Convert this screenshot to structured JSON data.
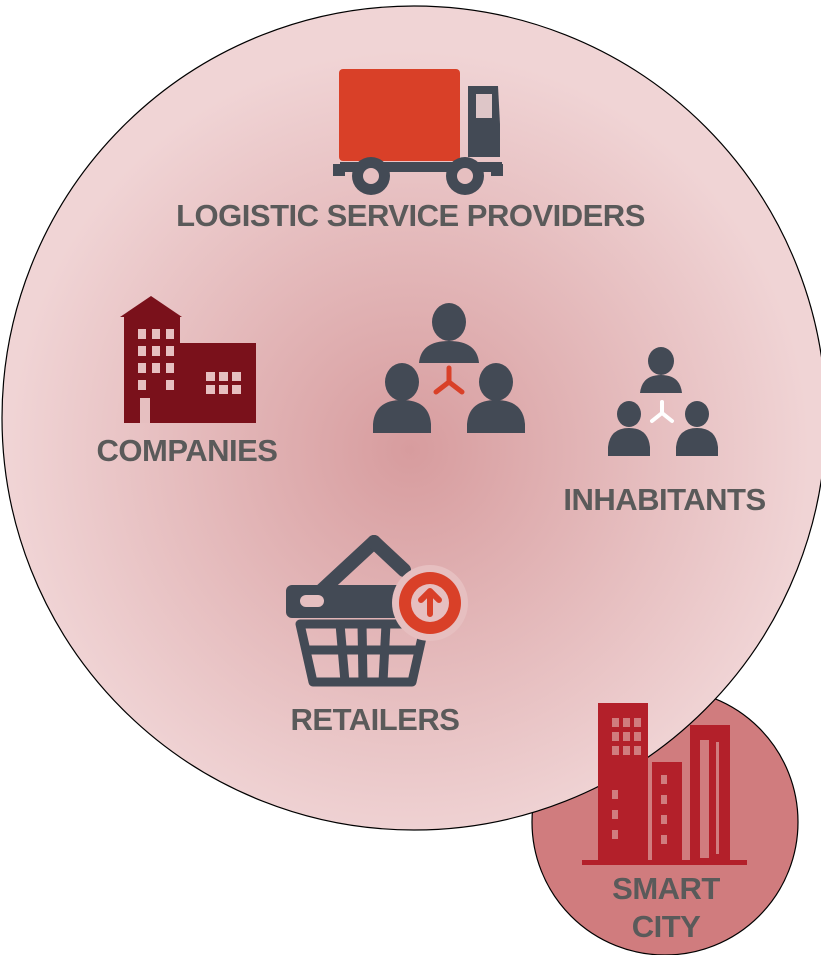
{
  "diagram": {
    "colors": {
      "big_circle_center": "#d79c9e",
      "big_circle_edge": "#f0d4d5",
      "small_circle": "#d07c7e",
      "dark_slate": "#434a55",
      "accent_red": "#d94028",
      "building_maroon": "#7a111b",
      "city_red": "#b3202a",
      "label_gray": "#5a5a5a"
    },
    "labels": {
      "logistic_service_providers": "LOGISTIC SERVICE PROVIDERS",
      "companies": "COMPANIES",
      "inhabitants": "INHABITANTS",
      "retailers": "RETAILERS",
      "smart_city_line1": "SMART",
      "smart_city_line2": "CITY"
    },
    "icons": {
      "truck": "truck-icon",
      "office_building": "office-building-icon",
      "network_center": "people-network-icon",
      "network_right": "people-network-icon",
      "basket": "shopping-basket-icon",
      "city": "city-buildings-icon"
    }
  }
}
